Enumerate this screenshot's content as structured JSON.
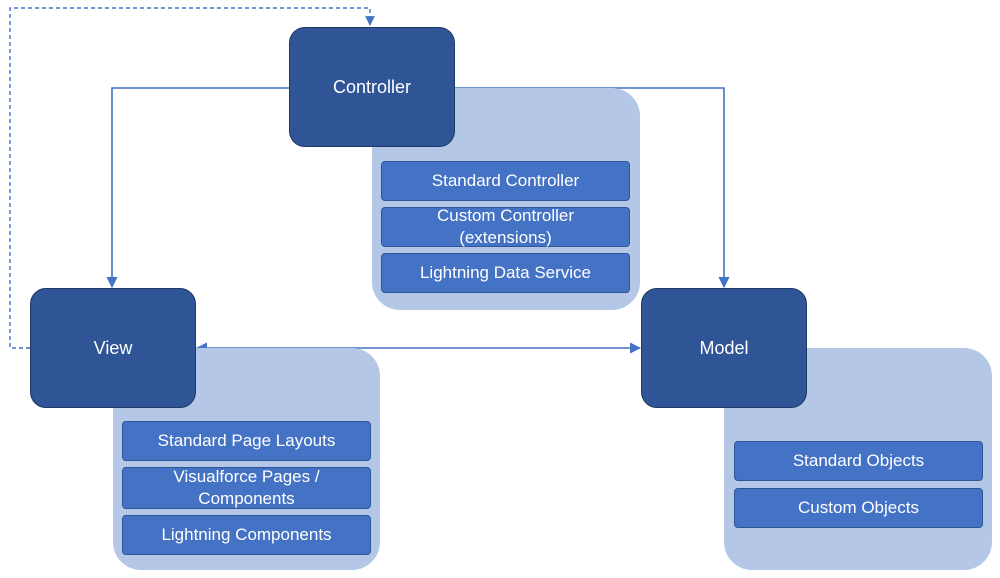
{
  "colors": {
    "main_box": "#2f5597",
    "panel": "#b4c7e7",
    "item": "#4472c4",
    "connector": "#4472c4"
  },
  "controller": {
    "label": "Controller",
    "items": [
      "Standard Controller",
      "Custom Controller (extensions)",
      "Lightning Data Service"
    ]
  },
  "view": {
    "label": "View",
    "items": [
      "Standard Page Layouts",
      "Visualforce Pages / Components",
      "Lightning Components"
    ]
  },
  "model": {
    "label": "Model",
    "items": [
      "Standard Objects",
      "Custom Objects"
    ]
  }
}
